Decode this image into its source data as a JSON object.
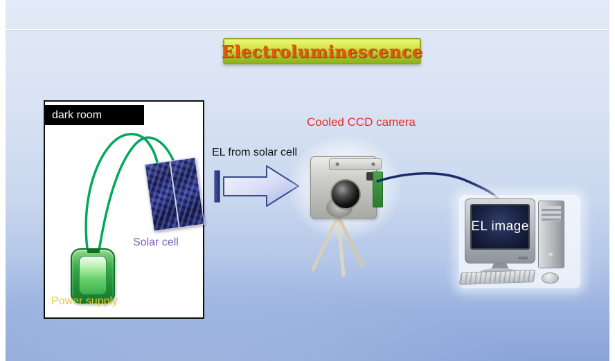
{
  "title": {
    "text": "Electroluminescence"
  },
  "dark_room": {
    "header": "dark room"
  },
  "labels": {
    "solar_cell": "Solar cell",
    "power_supply": "Power supply",
    "el_arrow": "EL from solar cell",
    "camera": "Cooled CCD camera",
    "screen": "EL image"
  },
  "colors": {
    "title_text": "#E5590E",
    "title_box_top": "#E6F06A",
    "title_box_bottom": "#8DB31C",
    "camera_label": "#EE2A2A",
    "solar_cell_label": "#7B5FC0",
    "power_supply_label": "#E8C83A",
    "wire_green": "#00A85A",
    "cable_navy": "#1B2A6B",
    "arrow_fill": "#D7DCF5",
    "arrow_outline": "#39498F"
  }
}
